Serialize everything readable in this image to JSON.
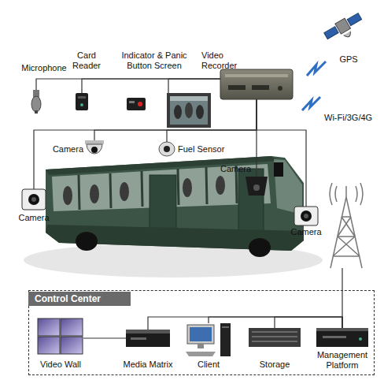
{
  "diagram": {
    "nodes": [
      {
        "text": [
          "Microphone"
        ]
      },
      {
        "text": [
          "Card Reader"
        ]
      },
      {
        "text": [
          "Indicator & Panic Button Screen"
        ]
      },
      {
        "text": [
          "Video Recorder"
        ]
      },
      {
        "text": [
          "GPS"
        ]
      },
      {
        "text": [
          "Camera"
        ]
      },
      {
        "text": [
          "Fuel Sensor"
        ]
      },
      {
        "text": [
          "Camera"
        ]
      },
      {
        "text": [
          "Camera"
        ]
      },
      {
        "text": [
          "Camera"
        ]
      },
      {
        "text": [
          "Control Center"
        ]
      },
      {
        "text": [
          "Video Wall"
        ],
        "in": 10
      },
      {
        "text": [
          "Media Matrix"
        ],
        "in": 10
      },
      {
        "text": [
          "Client"
        ],
        "in": 10
      },
      {
        "text": [
          "Storage"
        ],
        "in": 10
      },
      {
        "text": [
          "Management Platform"
        ],
        "in": 10
      }
    ],
    "edges": [
      {
        "from": 3,
        "to": 0,
        "arrow": "none"
      },
      {
        "from": 3,
        "to": 1,
        "arrow": "none"
      },
      {
        "from": 3,
        "to": 2,
        "arrow": "none"
      },
      {
        "from": 3,
        "to": 5,
        "arrow": "none"
      },
      {
        "from": 3,
        "to": 6,
        "arrow": "none"
      },
      {
        "from": 3,
        "to": 7,
        "arrow": "none"
      },
      {
        "from": 3,
        "to": 8,
        "arrow": "none"
      },
      {
        "from": 3,
        "to": 9,
        "arrow": "none"
      },
      {
        "from": 12,
        "to": 11,
        "arrow": "none"
      },
      {
        "from": 15,
        "to": 12,
        "arrow": "none"
      },
      {
        "from": 15,
        "to": 13,
        "arrow": "none"
      },
      {
        "from": 15,
        "to": 14,
        "arrow": "none"
      }
    ],
    "labels": [
      "Wi-Fi/3G/4G"
    ]
  }
}
